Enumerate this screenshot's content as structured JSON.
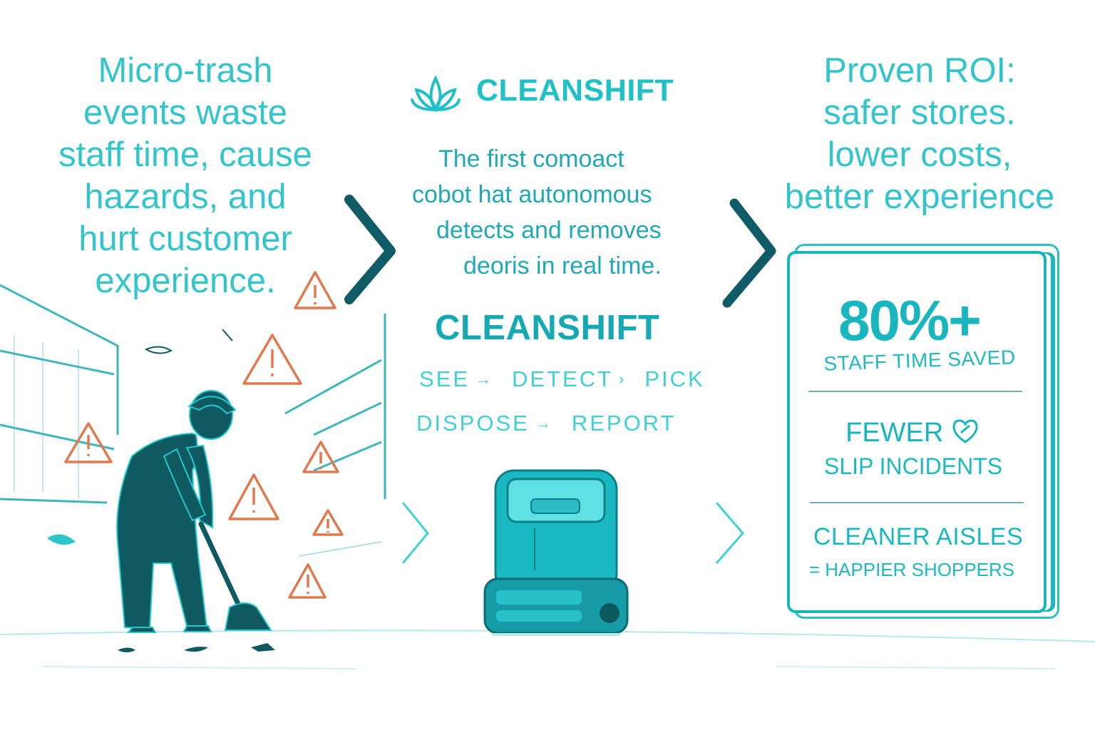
{
  "problem": {
    "lines": [
      "Micro-trash",
      "events waste",
      "staff time, cause",
      "hazards, and",
      "hurt customer",
      "experience."
    ]
  },
  "solution": {
    "brand": "CLEANSHIFT",
    "description_lines": [
      "The first comoact",
      "cobot  hat autonomous",
      "detects and removes",
      "deoris in real time."
    ],
    "brand_secondary": "CLEANSHIFT",
    "steps_row1": [
      "SEE",
      "DETECT",
      "PICK"
    ],
    "steps_row2": [
      "DISPOSE",
      "REPORT"
    ],
    "arrow_glyph": "→"
  },
  "benefits": {
    "lines": [
      "Proven ROI:",
      "safer stores.",
      "lower costs,",
      "better experience"
    ]
  },
  "stats_card": {
    "stat1_value": "80%+",
    "stat1_label": "STAFF TIME SAVED",
    "stat2_line1": "FEWER",
    "stat2_line2": "SLIP INCIDENTS",
    "stat3_line1": "CLEANER AISLES",
    "stat3_line2": "= HAPPIER SHOPPERS"
  },
  "colors": {
    "teal": "#1fc0c6",
    "dark_teal": "#0e5a60",
    "warning": "#e07a4e"
  },
  "icons": [
    "leaf-logo-icon",
    "warning-icon",
    "chevron-right-icon",
    "heart-check-icon",
    "robot-illustration",
    "janitor-illustration"
  ]
}
